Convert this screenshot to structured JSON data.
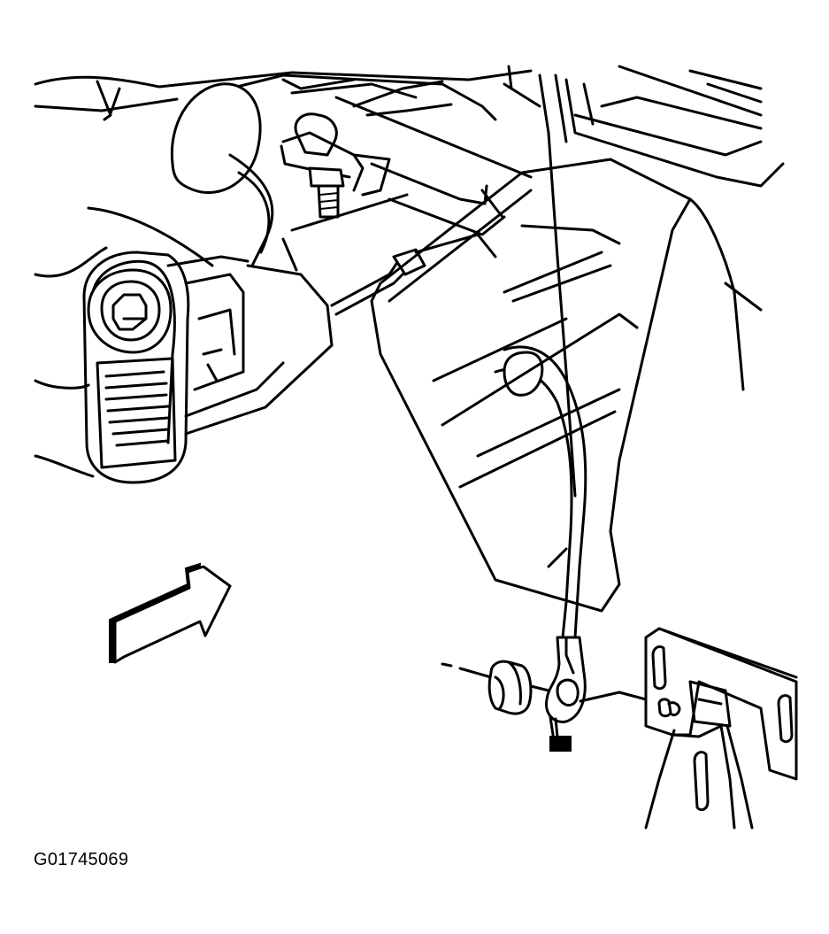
{
  "figure": {
    "code": "G01745069"
  },
  "colors": {
    "ink": "#000000",
    "paper": "#ffffff"
  },
  "parts": [
    "steering-column",
    "ignition-switch-housing",
    "cable-bracket",
    "park-lock-cable",
    "cable-retainer-nut",
    "cable-end-eyelet",
    "mounting-bracket",
    "view-direction-arrow"
  ]
}
